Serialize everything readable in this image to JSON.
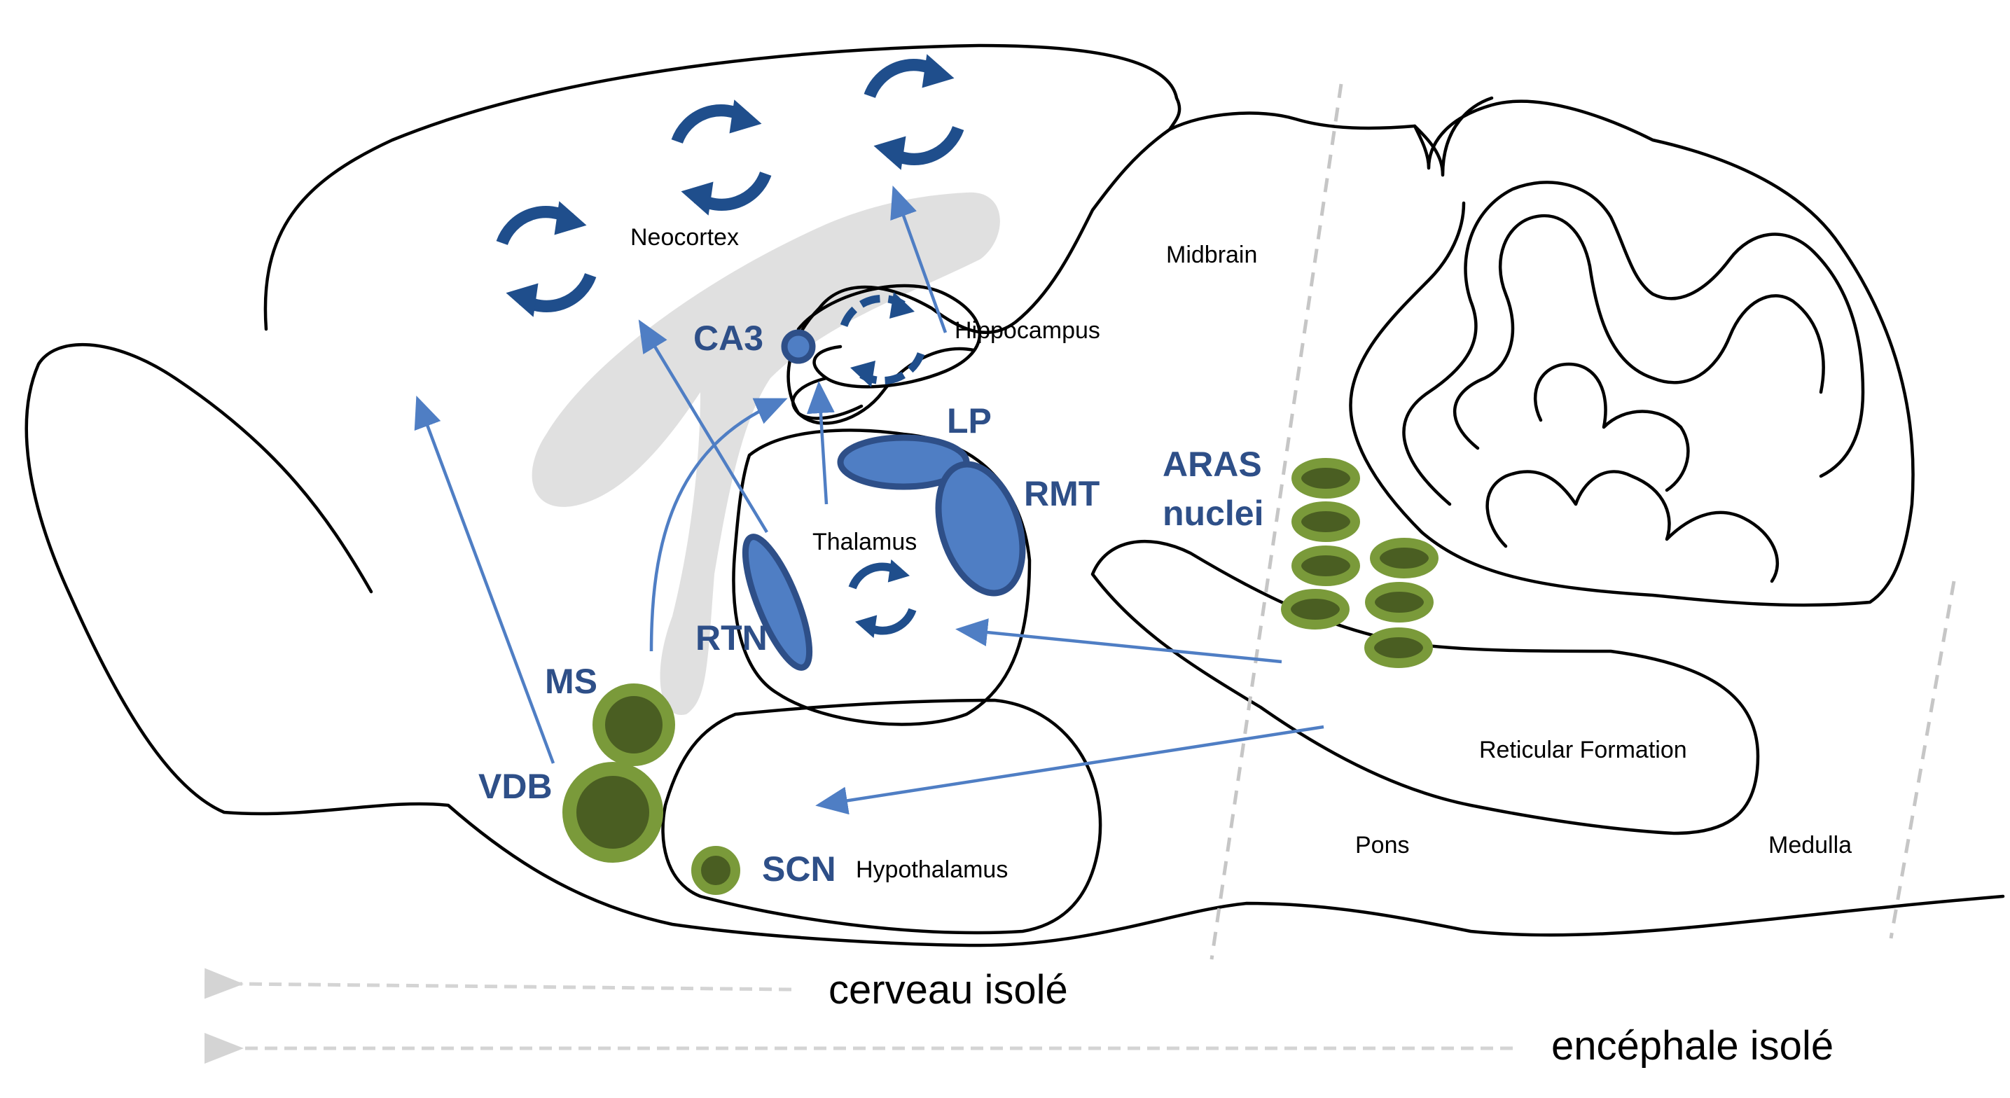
{
  "labels": {
    "neocortex": "Neocortex",
    "midbrain": "Midbrain",
    "hippocampus": "Hippocampus",
    "thalamus": "Thalamus",
    "hypothalamus": "Hypothalamus",
    "reticular_formation": "Reticular Formation",
    "pons": "Pons",
    "medulla": "Medulla"
  },
  "nuclei": {
    "ca3": "CA3",
    "lp": "LP",
    "rmt": "RMT",
    "rtn": "RTN",
    "ms": "MS",
    "vdb": "VDB",
    "scn": "SCN",
    "aras_line1": "ARAS",
    "aras_line2": "nuclei"
  },
  "transections": {
    "cerveau": "cerveau isolé",
    "encephale": "encéphale isolé"
  },
  "colors": {
    "nucleus_blue": "#4f7ec4",
    "nucleus_blue_stroke": "#2e4f88",
    "label_blue": "#2e4f88",
    "oscillation_icon": "#1f4e8c",
    "green_ring": "#7a9a3a",
    "green_core": "#4a5e22",
    "hippocampus_shadow": "#e0e0e0",
    "transection_line": "#c6c6c6"
  },
  "icons": [
    "cycle-icon",
    "arrow-icon"
  ]
}
